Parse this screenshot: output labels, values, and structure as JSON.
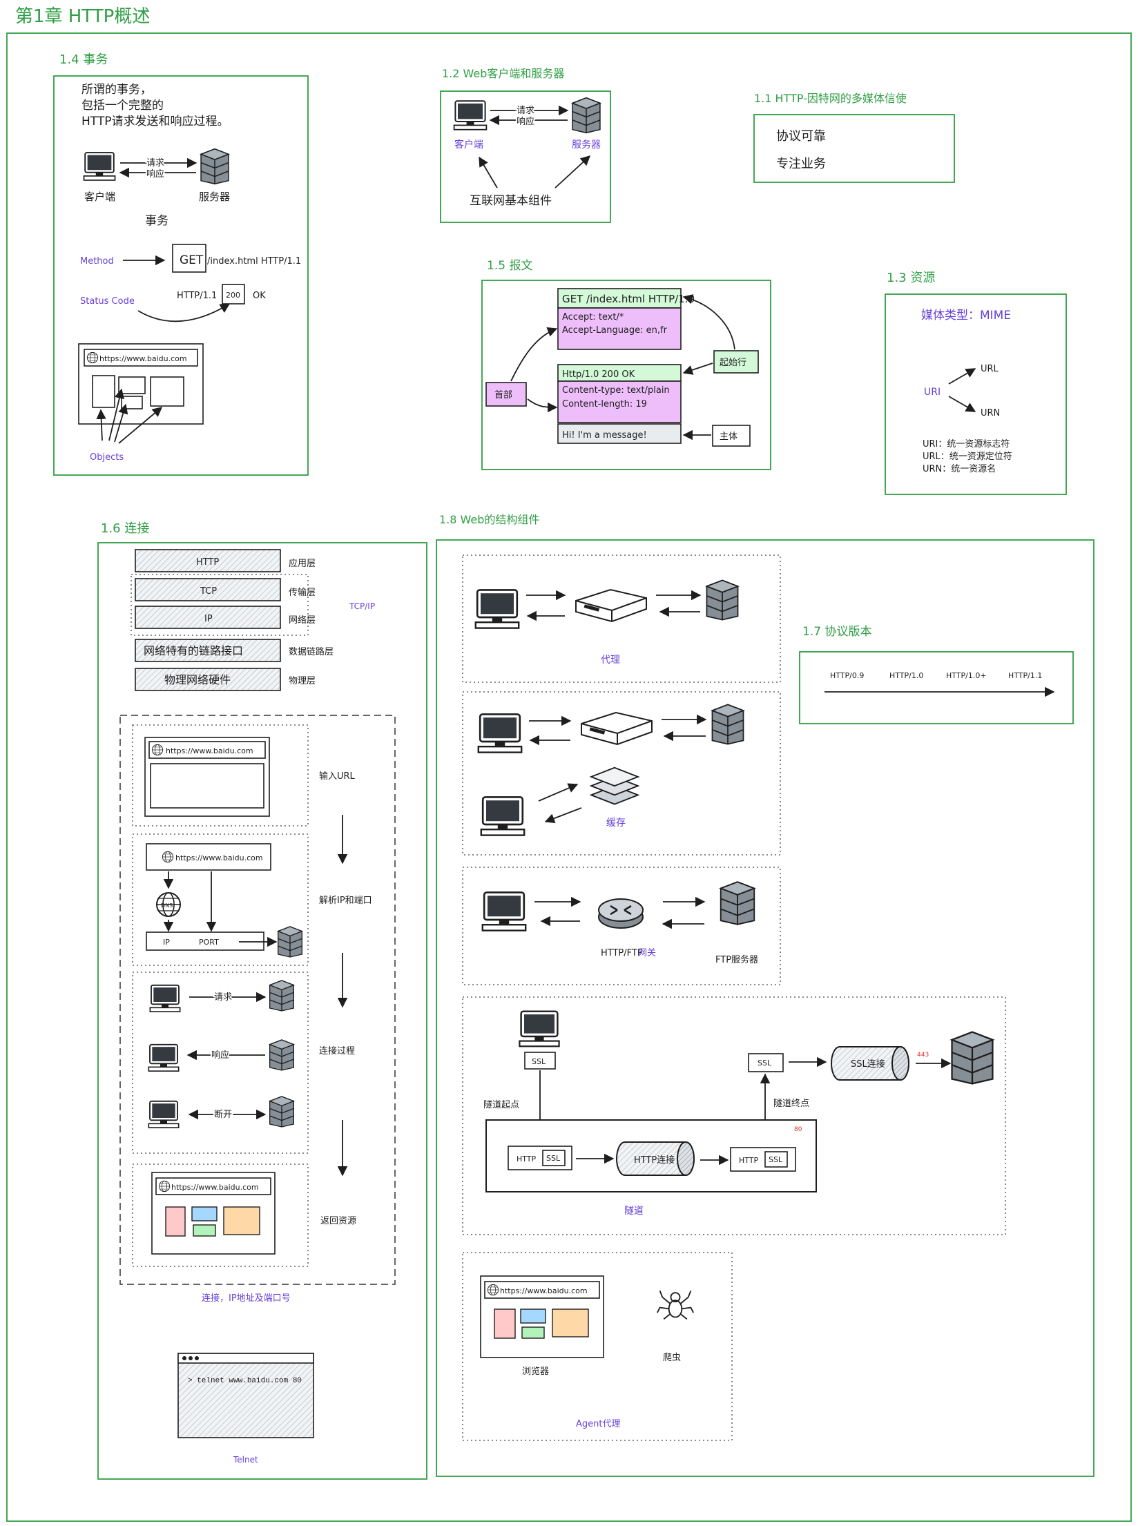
{
  "colors": {
    "frame": "#2f9e44",
    "title": "#2f9e44",
    "annotation": "#6741d9",
    "ink": "#1e1e1e",
    "request_line": "#d3f9d8",
    "header_band": "#eebefa",
    "body_band": "#e9ecef",
    "browser_block_red": "#ffc9c9",
    "browser_block_blue": "#a5d8ff",
    "browser_block_green": "#b2f2bb",
    "browser_block_orange": "#ffd8a8",
    "port_red": "#e03131"
  },
  "page": {
    "title": "第1章 HTTP概述"
  },
  "transaction": {
    "title": "1.4 事务",
    "desc": [
      "所谓的事务，",
      "包括一个完整的",
      "HTTP请求发送和响应过程。"
    ],
    "request": "请求",
    "response": "响应",
    "client": "客户端",
    "server": "服务器",
    "caption": "事务",
    "method_label": "Method",
    "method_value": "GET",
    "request_rest": "/index.html  HTTP/1.1",
    "status_label": "Status Code",
    "status_version": "HTTP/1.1",
    "status_code": "200",
    "status_text": "OK",
    "browser_url": "https://www.baidu.com",
    "objects_label": "Objects"
  },
  "client_server": {
    "title": "1.2 Web客户端和服务器",
    "request": "请求",
    "response": "响应",
    "client": "客户端",
    "server": "服务器",
    "caption": "互联网基本组件"
  },
  "multimedia": {
    "title": "1.1 HTTP-因特网的多媒体信使",
    "items": [
      "协议可靠",
      "专注业务"
    ]
  },
  "message": {
    "title": "1.5 报文",
    "request_line": "GET /index.html HTTP/1.0",
    "request_headers": [
      "Accept: text/*",
      "Accept-Language: en,fr"
    ],
    "response_line": "Http/1.0 200 OK",
    "response_headers": [
      "Content-type: text/plain",
      "Content-length: 19"
    ],
    "body": "Hi! I'm a message!",
    "start_line_label": "起始行",
    "header_label": "首部",
    "body_label": "主体"
  },
  "resource": {
    "title": "1.3 资源",
    "media_type": "媒体类型：MIME",
    "uri": "URI",
    "url": "URL",
    "urn": "URN",
    "defs": [
      "URI：统一资源标志符",
      "URL：统一资源定位符",
      "URN：统一资源名"
    ]
  },
  "connection": {
    "title": "1.6 连接",
    "layers": [
      {
        "name": "HTTP",
        "layer": "应用层"
      },
      {
        "name": "TCP",
        "layer": "传输层"
      },
      {
        "name": "IP",
        "layer": "网络层"
      },
      {
        "name": "网络特有的链路接口",
        "layer": "数据链路层"
      },
      {
        "name": "物理网络硬件",
        "layer": "物理层"
      }
    ],
    "tcpip": "TCP/IP",
    "steps": [
      "输入URL",
      "解析IP和端口",
      "连接过程",
      "返回资源"
    ],
    "url": "https://www.baidu.com",
    "dns": "DNS",
    "ip": "IP",
    "port": "PORT",
    "request": "请求",
    "response": "响应",
    "disconnect": "断开",
    "caption": "连接，IP地址及端口号",
    "telnet_command": "> telnet www.baidu.com 80",
    "telnet_caption": "Telnet"
  },
  "components": {
    "title": "1.8 Web的结构组件",
    "proxy": "代理",
    "cache": "缓存",
    "gateway_prefix": "HTTP/FTP",
    "gateway": "网关",
    "ftp_server": "FTP服务器",
    "ssl": "SSL",
    "ssl_conn": "SSL连接",
    "port_443": "443",
    "port_80": "80",
    "tunnel_start": "隧道起点",
    "tunnel_end": "隧道终点",
    "http": "HTTP",
    "http_conn": "HTTP连接",
    "tunnel": "隧道",
    "browser_url": "https://www.baidu.com",
    "browser": "浏览器",
    "crawler": "爬虫",
    "agent": "Agent代理"
  },
  "versions": {
    "title": "1.7 协议版本",
    "items": [
      "HTTP/0.9",
      "HTTP/1.0",
      "HTTP/1.0+",
      "HTTP/1.1"
    ]
  }
}
